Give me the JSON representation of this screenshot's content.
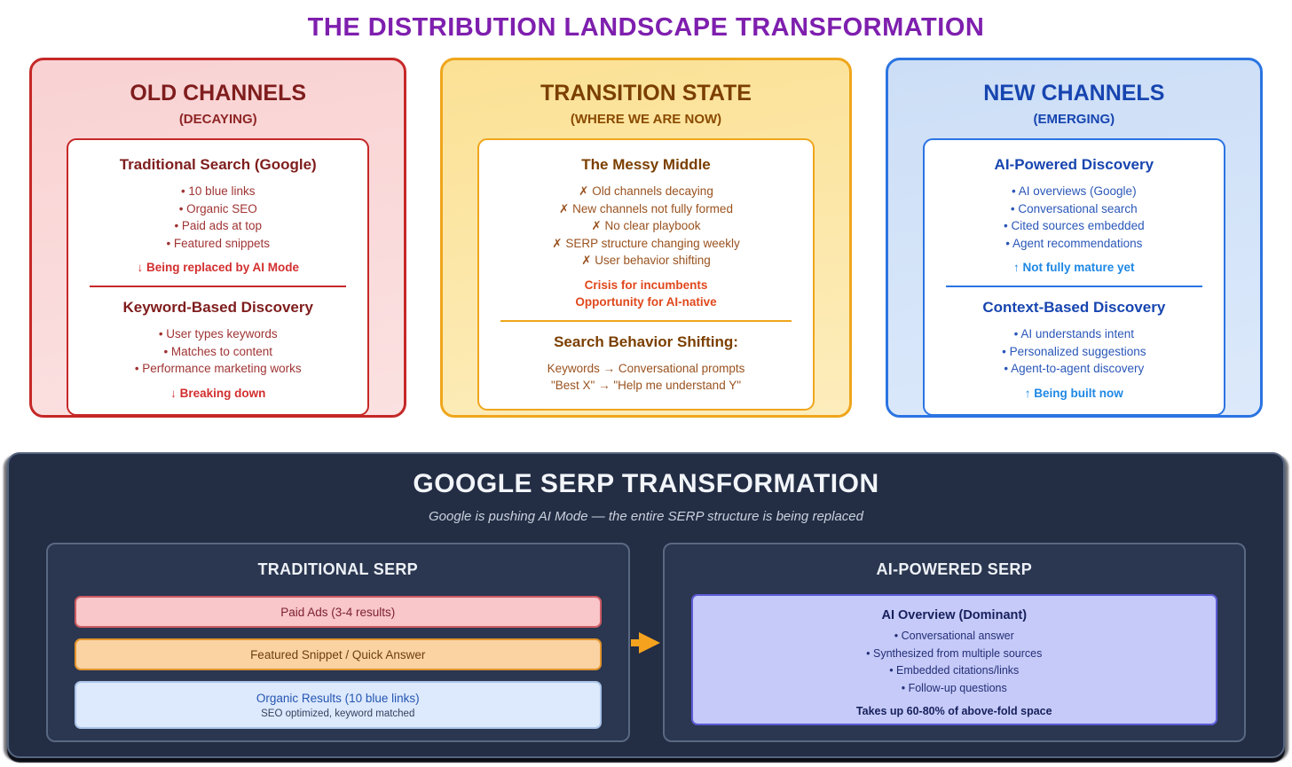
{
  "page": {
    "title": "THE DISTRIBUTION LANDSCAPE TRANSFORMATION"
  },
  "colors": {
    "title_purple": "#7E1FAE",
    "old_border": "#C62828",
    "old_bg": "#FBDCDC",
    "old_heading": "#7F1D1D",
    "old_body": "#A03434",
    "old_alert": "#D32F2F",
    "transition_border": "#EFA61C",
    "transition_bg": "#FCE9A8",
    "transition_heading": "#7B3F00",
    "transition_body": "#9A521F",
    "transition_alert": "#E0481C",
    "new_border": "#2B74E2",
    "new_bg": "#D8E4F8",
    "new_heading": "#1745B0",
    "new_body": "#2A57B8",
    "new_alert": "#1E88E5",
    "panel_navy": "#232D44",
    "panel_inner": "#2B3650",
    "panel_inner_border": "#5A6882",
    "ads_bg": "#F9C6C9",
    "snippet_bg": "#FBD3A2",
    "organic_bg": "#DDE9FC",
    "ai_overview_bg": "#C6CAF8",
    "ai_overview_border": "#5B5BD6",
    "arrow_orange": "#F5A31F"
  },
  "cards": [
    {
      "title": "OLD CHANNELS",
      "subtitle": "(DECAYING)",
      "top": {
        "heading": "Traditional Search (Google)",
        "items": [
          "• 10 blue links",
          "• Organic SEO",
          "• Paid ads at top",
          "• Featured snippets"
        ],
        "notes": [
          "↓ Being replaced by AI Mode"
        ]
      },
      "bottom": {
        "heading": "Keyword-Based Discovery",
        "items": [
          "• User types keywords",
          "• Matches to content",
          "• Performance marketing works"
        ],
        "notes": [
          "↓ Breaking down"
        ]
      }
    },
    {
      "title": "TRANSITION STATE",
      "subtitle": "(WHERE WE ARE NOW)",
      "top": {
        "heading": "The Messy Middle",
        "items": [
          "✗ Old channels decaying",
          "✗ New channels not fully formed",
          "✗ No clear playbook",
          "✗ SERP structure changing weekly",
          "✗ User behavior shifting"
        ],
        "notes": [
          "Crisis for incumbents",
          "Opportunity for AI-native"
        ]
      },
      "bottom": {
        "heading": "Search Behavior Shifting:",
        "items": [
          "Keywords → Conversational prompts",
          "\"Best X\" → \"Help me understand Y\""
        ],
        "notes": []
      }
    },
    {
      "title": "NEW CHANNELS",
      "subtitle": "(EMERGING)",
      "top": {
        "heading": "AI-Powered Discovery",
        "items": [
          "• AI overviews (Google)",
          "• Conversational search",
          "• Cited sources embedded",
          "• Agent recommendations"
        ],
        "notes": [
          "↑ Not fully mature yet"
        ]
      },
      "bottom": {
        "heading": "Context-Based Discovery",
        "items": [
          "• AI understands intent",
          "• Personalized suggestions",
          "• Agent-to-agent discovery"
        ],
        "notes": [
          "↑ Being built now"
        ]
      }
    }
  ],
  "serp": {
    "title": "GOOGLE SERP TRANSFORMATION",
    "subtitle": "Google is pushing AI Mode — the entire SERP structure is being replaced",
    "traditional": {
      "header": "TRADITIONAL SERP",
      "rows": [
        {
          "label": "Paid Ads (3-4 results)"
        },
        {
          "label": "Featured Snippet / Quick Answer"
        },
        {
          "label": "Organic Results (10 blue links)",
          "sub": "SEO optimized, keyword matched"
        }
      ]
    },
    "ai": {
      "header": "AI-POWERED SERP",
      "box": {
        "heading": "AI Overview (Dominant)",
        "items": [
          "• Conversational answer",
          "• Synthesized from multiple sources",
          "• Embedded citations/links",
          "• Follow-up questions"
        ],
        "note": "Takes up 60-80% of above-fold space"
      }
    }
  }
}
